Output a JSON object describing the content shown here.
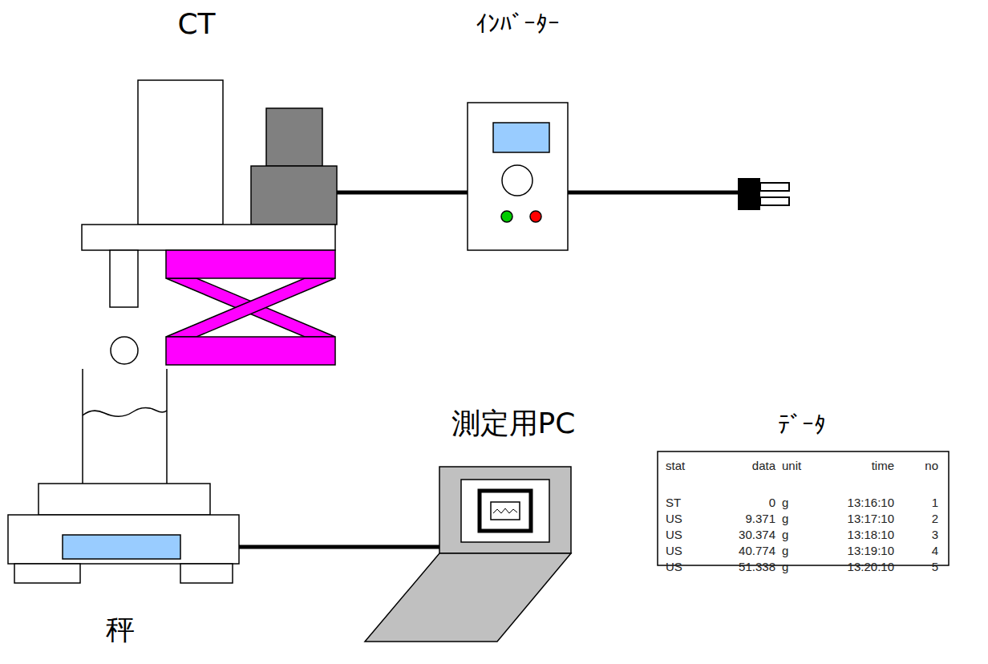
{
  "diagram": {
    "nodes": [
      {
        "text": [
          "CT"
        ]
      },
      {
        "text": [
          "ｲﾝﾊﾞｰﾀｰ"
        ]
      },
      {
        "text": [
          "秤"
        ]
      },
      {
        "text": [
          "測定用PC"
        ]
      },
      {
        "text": [
          "ﾃﾞｰﾀ"
        ]
      }
    ],
    "edges": [
      {
        "from": 0,
        "to": 1,
        "arrow": "none"
      },
      {
        "from": 2,
        "to": 3,
        "arrow": "none"
      }
    ],
    "labels": [
      "stat",
      "data",
      "unit",
      "time",
      "no",
      "ST",
      "0",
      "g",
      "13:16:10",
      "1",
      "US",
      "9.371",
      "g",
      "13:17:10",
      "2",
      "US",
      "30.374",
      "g",
      "13:18:10",
      "3",
      "US",
      "40.774",
      "g",
      "13:19:10",
      "4",
      "US",
      "51.338",
      "g",
      "13:20:10",
      "5"
    ]
  }
}
